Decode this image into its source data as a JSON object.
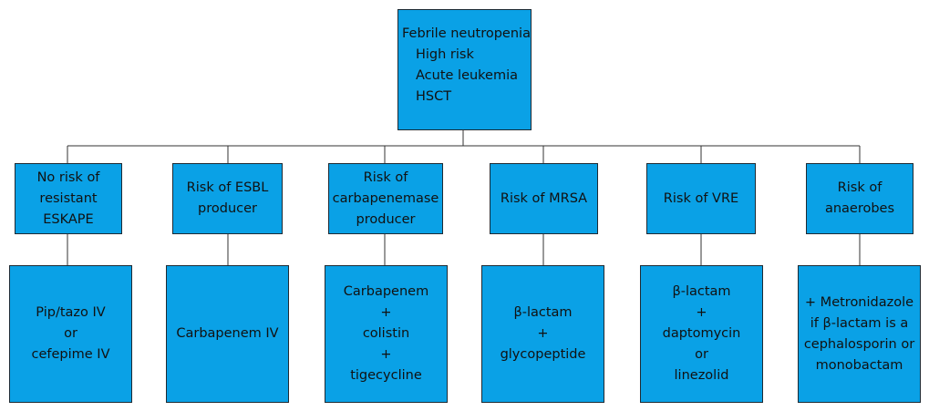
{
  "root": {
    "title": "Febrile neutropenia",
    "criteria": [
      "High risk",
      "Acute leukemia",
      "HSCT"
    ]
  },
  "risks": [
    {
      "lines": [
        "No risk of",
        "resistant",
        "ESKAPE"
      ]
    },
    {
      "lines": [
        "Risk of ESBL",
        "producer"
      ]
    },
    {
      "lines": [
        "Risk of",
        "carbapenemase",
        "producer"
      ]
    },
    {
      "lines": [
        "Risk of MRSA"
      ]
    },
    {
      "lines": [
        "Risk of VRE"
      ]
    },
    {
      "lines": [
        "Risk of",
        "anaerobes"
      ]
    }
  ],
  "treatments": [
    {
      "lines": [
        "Pip/tazo IV",
        "or",
        "cefepime IV"
      ]
    },
    {
      "lines": [
        "Carbapenem IV"
      ]
    },
    {
      "lines": [
        "Carbapenem",
        "+",
        "colistin",
        "+",
        "tigecycline"
      ]
    },
    {
      "lines": [
        "β-lactam",
        "+",
        "glycopeptide"
      ]
    },
    {
      "lines": [
        "β-lactam",
        "+",
        "daptomycin",
        "or",
        "linezolid"
      ]
    },
    {
      "lines": [
        "+ Metronidazole",
        "if β-lactam is a",
        "cephalosporin or",
        "monobactam"
      ]
    }
  ],
  "colors": {
    "box_fill": "#0aa1e6",
    "box_border": "#1e2a33",
    "connector": "#333333"
  }
}
